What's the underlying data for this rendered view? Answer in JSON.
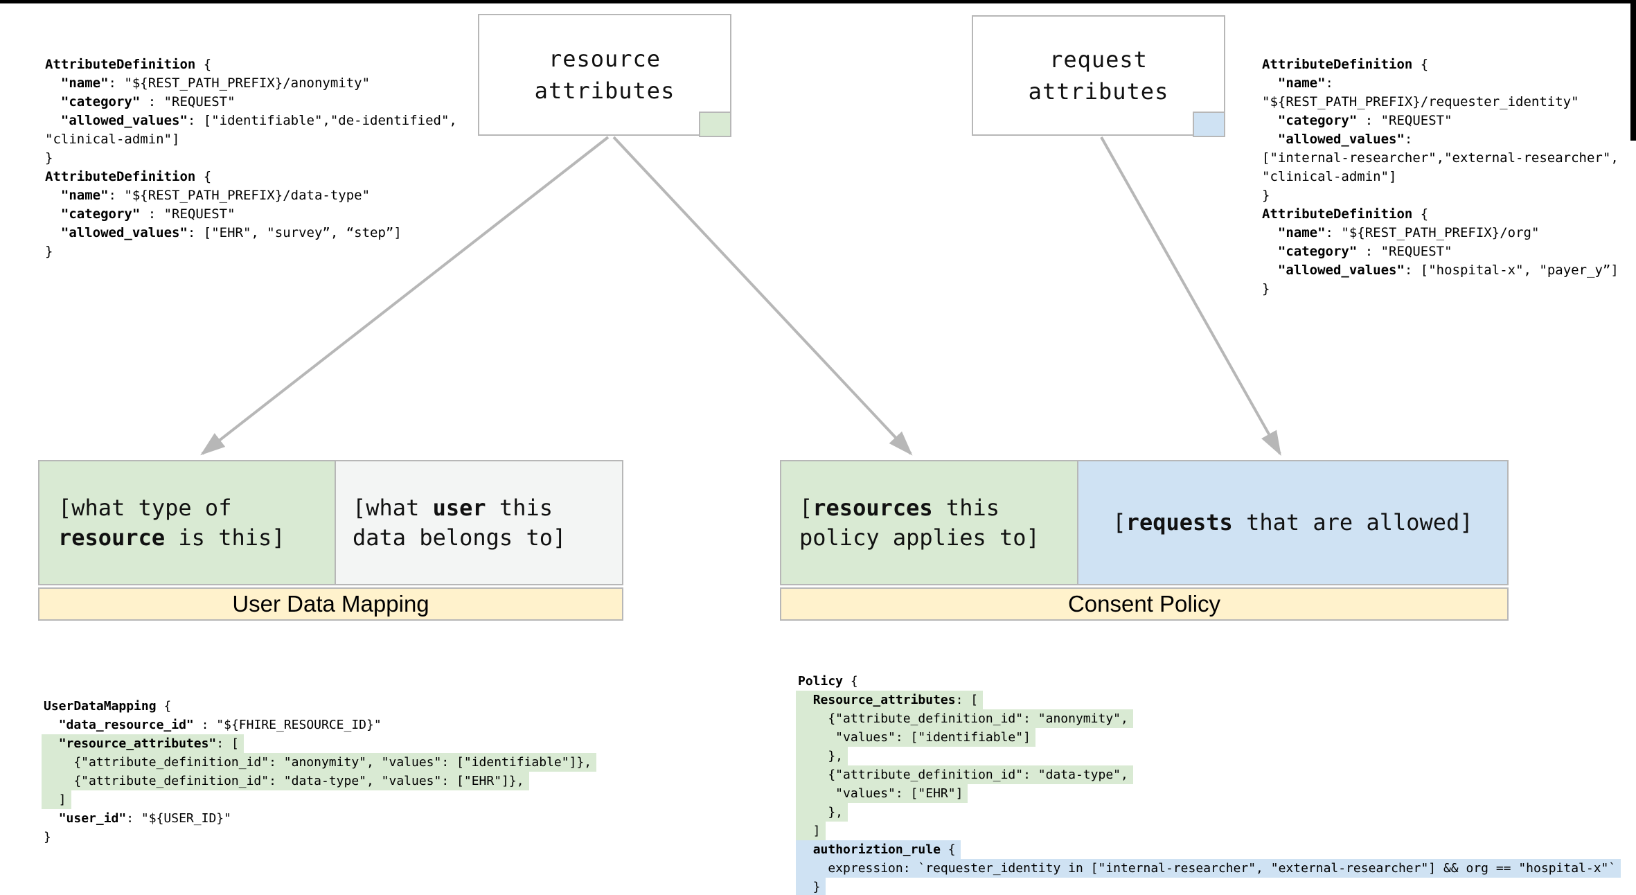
{
  "colors": {
    "highlight_green": "#d9ead3",
    "highlight_blue": "#cfe2f3",
    "band_yellow": "#fff2cc",
    "cell_gray": "#f3f5f4",
    "border_gray": "#b7b7b7",
    "arrow_gray": "#b7b7b7",
    "frame_black": "#000000"
  },
  "nodes": {
    "resource_attributes": {
      "title": "resource\nattributes"
    },
    "request_attributes": {
      "title": "request\nattributes"
    }
  },
  "code_blocks": {
    "attr_def_left": {
      "lines": [
        {
          "segs": [
            [
              "b",
              "AttributeDefinition"
            ],
            [
              "r",
              " {"
            ]
          ]
        },
        {
          "segs": [
            [
              "r",
              "  "
            ],
            [
              "b",
              "\"name\""
            ],
            [
              "r",
              ": \"${REST_PATH_PREFIX}/anonymity\""
            ]
          ]
        },
        {
          "segs": [
            [
              "r",
              "  "
            ],
            [
              "b",
              "\"category\""
            ],
            [
              "r",
              " : \"REQUEST\""
            ]
          ]
        },
        {
          "segs": [
            [
              "r",
              "  "
            ],
            [
              "b",
              "\"allowed_values\""
            ],
            [
              "r",
              ": [\"identifiable\",\"de-identified\","
            ]
          ]
        },
        {
          "segs": [
            [
              "r",
              "\"clinical-admin\"]"
            ]
          ]
        },
        {
          "segs": [
            [
              "r",
              "}"
            ]
          ]
        },
        {
          "segs": [
            [
              "b",
              "AttributeDefinition"
            ],
            [
              "r",
              " {"
            ]
          ]
        },
        {
          "segs": [
            [
              "r",
              "  "
            ],
            [
              "b",
              "\"name\""
            ],
            [
              "r",
              ": \"${REST_PATH_PREFIX}/data-type\""
            ]
          ]
        },
        {
          "segs": [
            [
              "r",
              "  "
            ],
            [
              "b",
              "\"category\""
            ],
            [
              "r",
              " : \"REQUEST\""
            ]
          ]
        },
        {
          "segs": [
            [
              "r",
              "  "
            ],
            [
              "b",
              "\"allowed_values\""
            ],
            [
              "r",
              ": [\"EHR\", \"survey”, “step”]"
            ]
          ]
        },
        {
          "segs": [
            [
              "r",
              "}"
            ]
          ]
        }
      ]
    },
    "attr_def_right": {
      "lines": [
        {
          "segs": [
            [
              "b",
              "AttributeDefinition"
            ],
            [
              "r",
              " {"
            ]
          ]
        },
        {
          "segs": [
            [
              "r",
              "  "
            ],
            [
              "b",
              "\"name\""
            ],
            [
              "r",
              ":"
            ]
          ]
        },
        {
          "segs": [
            [
              "r",
              "\"${REST_PATH_PREFIX}/requester_identity\""
            ]
          ]
        },
        {
          "segs": [
            [
              "r",
              "  "
            ],
            [
              "b",
              "\"category\""
            ],
            [
              "r",
              " : \"REQUEST\""
            ]
          ]
        },
        {
          "segs": [
            [
              "r",
              "  "
            ],
            [
              "b",
              "\"allowed_values\""
            ],
            [
              "r",
              ":"
            ]
          ]
        },
        {
          "segs": [
            [
              "r",
              "[\"internal-researcher\",\"external-researcher\","
            ]
          ]
        },
        {
          "segs": [
            [
              "r",
              "\"clinical-admin\"]"
            ]
          ]
        },
        {
          "segs": [
            [
              "r",
              "}"
            ]
          ]
        },
        {
          "segs": [
            [
              "b",
              "AttributeDefinition"
            ],
            [
              "r",
              " {"
            ]
          ]
        },
        {
          "segs": [
            [
              "r",
              "  "
            ],
            [
              "b",
              "\"name\""
            ],
            [
              "r",
              ": \"${REST_PATH_PREFIX}/org\""
            ]
          ]
        },
        {
          "segs": [
            [
              "r",
              "  "
            ],
            [
              "b",
              "\"category\""
            ],
            [
              "r",
              " : \"REQUEST\""
            ]
          ]
        },
        {
          "segs": [
            [
              "r",
              "  "
            ],
            [
              "b",
              "\"allowed_values\""
            ],
            [
              "r",
              ": [\"hospital-x\", \"payer_y”]"
            ]
          ]
        },
        {
          "segs": [
            [
              "r",
              "}"
            ]
          ]
        }
      ]
    },
    "user_data_mapping": {
      "lines": [
        {
          "segs": [
            [
              "b",
              "UserDataMapping"
            ],
            [
              "r",
              " {"
            ]
          ]
        },
        {
          "segs": [
            [
              "r",
              "  "
            ],
            [
              "b",
              "\"data_resource_id\""
            ],
            [
              "r",
              " : \"${FHIRE_RESOURCE_ID}\""
            ]
          ]
        },
        {
          "hl": "green",
          "segs": [
            [
              "r",
              "  "
            ],
            [
              "b",
              "\"resource_attributes\""
            ],
            [
              "r",
              ": ["
            ]
          ]
        },
        {
          "hl": "green",
          "segs": [
            [
              "r",
              "    {\"attribute_definition_id\": \"anonymity\", \"values\": [\"identifiable\"]},"
            ]
          ]
        },
        {
          "hl": "green",
          "segs": [
            [
              "r",
              "    {\"attribute_definition_id\": \"data-type\", \"values\": [\"EHR\"]},"
            ]
          ]
        },
        {
          "hl": "green",
          "segs": [
            [
              "r",
              "  ]"
            ]
          ]
        },
        {
          "segs": [
            [
              "r",
              "  "
            ],
            [
              "b",
              "\"user_id\""
            ],
            [
              "r",
              ": \"${USER_ID}\""
            ]
          ]
        },
        {
          "segs": [
            [
              "r",
              "}"
            ]
          ]
        }
      ]
    },
    "policy": {
      "lines": [
        {
          "segs": [
            [
              "b",
              "Policy"
            ],
            [
              "r",
              " {"
            ]
          ]
        },
        {
          "hl": "green",
          "segs": [
            [
              "r",
              "  "
            ],
            [
              "b",
              "Resource_attributes"
            ],
            [
              "r",
              ": ["
            ]
          ]
        },
        {
          "hl": "green",
          "segs": [
            [
              "r",
              "    {\"attribute_definition_id\": \"anonymity\","
            ]
          ]
        },
        {
          "hl": "green",
          "segs": [
            [
              "r",
              "     \"values\": [\"identifiable\"]"
            ]
          ]
        },
        {
          "hl": "green",
          "segs": [
            [
              "r",
              "    },"
            ]
          ]
        },
        {
          "hl": "green",
          "segs": [
            [
              "r",
              "    {\"attribute_definition_id\": \"data-type\","
            ]
          ]
        },
        {
          "hl": "green",
          "segs": [
            [
              "r",
              "     \"values\": [\"EHR\"]"
            ]
          ]
        },
        {
          "hl": "green",
          "segs": [
            [
              "r",
              "    },"
            ]
          ]
        },
        {
          "hl": "green",
          "segs": [
            [
              "r",
              "  ]"
            ]
          ]
        },
        {
          "hl": "blue",
          "segs": [
            [
              "r",
              "  "
            ],
            [
              "b",
              "authoriztion_rule"
            ],
            [
              "r",
              " {"
            ]
          ]
        },
        {
          "hl": "blue",
          "segs": [
            [
              "r",
              "    expression: `requester_identity in [\"internal-researcher\", \"external-researcher\"] && org == \"hospital-x\"`"
            ]
          ]
        },
        {
          "hl": "blue",
          "segs": [
            [
              "r",
              "  }"
            ]
          ]
        },
        {
          "segs": [
            [
              "r",
              "}"
            ]
          ]
        }
      ]
    }
  },
  "groups": {
    "user_data_mapping": {
      "label": "User Data Mapping",
      "cells": {
        "left": {
          "segs": [
            [
              "r",
              "[what type of\n"
            ],
            [
              "b",
              "resource"
            ],
            [
              "r",
              " is this]"
            ]
          ]
        },
        "right": {
          "segs": [
            [
              "r",
              "[what "
            ],
            [
              "b",
              "user"
            ],
            [
              "r",
              " this\ndata belongs to]"
            ]
          ]
        }
      }
    },
    "consent_policy": {
      "label": "Consent Policy",
      "cells": {
        "left": {
          "segs": [
            [
              "r",
              "["
            ],
            [
              "b",
              "resources"
            ],
            [
              "r",
              " this\npolicy applies to]"
            ]
          ]
        },
        "right": {
          "segs": [
            [
              "r",
              "["
            ],
            [
              "b",
              "requests"
            ],
            [
              "r",
              " that are allowed]"
            ]
          ]
        }
      }
    }
  }
}
